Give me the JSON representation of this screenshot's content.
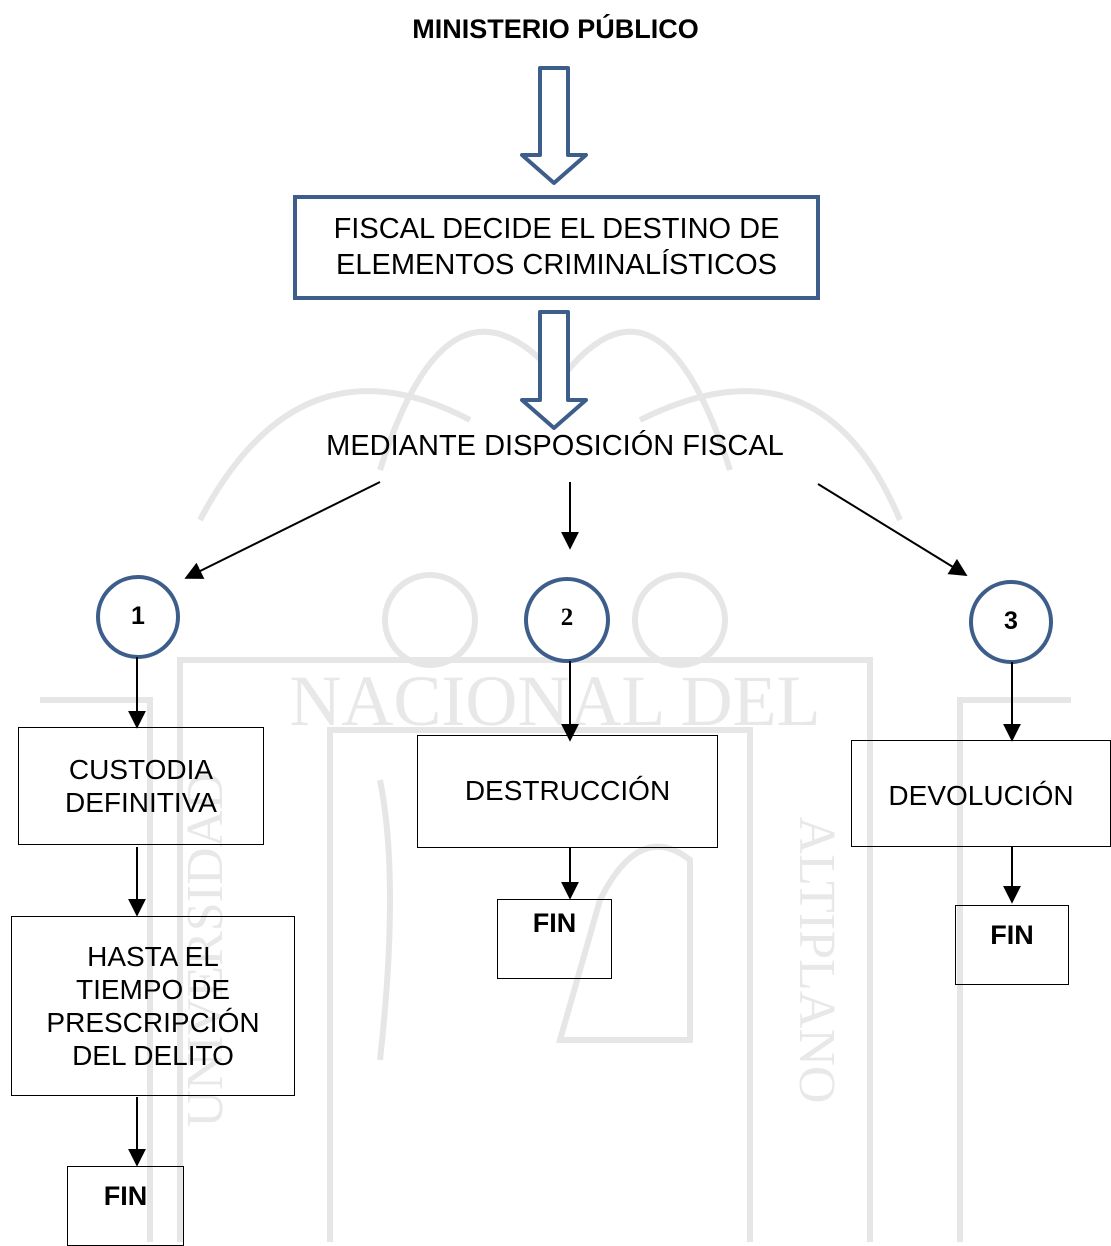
{
  "title": "MINISTERIO PÚBLICO",
  "main_box": {
    "line1": "FISCAL DECIDE EL DESTINO DE",
    "line2": "ELEMENTOS CRIMINALÍSTICOS"
  },
  "subtitle": "MEDIANTE DISPOSICIÓN FISCAL",
  "branches": [
    {
      "number": "1",
      "label_line1": "CUSTODIA",
      "label_line2": "DEFINITIVA",
      "detail_lines": [
        "HASTA EL",
        "TIEMPO DE",
        "PRESCRIPCIÓN",
        "DEL DELITO"
      ],
      "end": "FIN"
    },
    {
      "number": "2",
      "label": "DESTRUCCIÓN",
      "end": "FIN"
    },
    {
      "number": "3",
      "label": "DEVOLUCIÓN",
      "end": "FIN"
    }
  ],
  "watermark": {
    "text_top": "NACIONAL DEL",
    "text_left": "UNIVERSIDAD",
    "text_right": "ALTIPLANO"
  },
  "colors": {
    "arrow_outline": "#3d5d8a",
    "circle_outline": "#3d5d8a",
    "watermark": "#e3e3e3"
  }
}
